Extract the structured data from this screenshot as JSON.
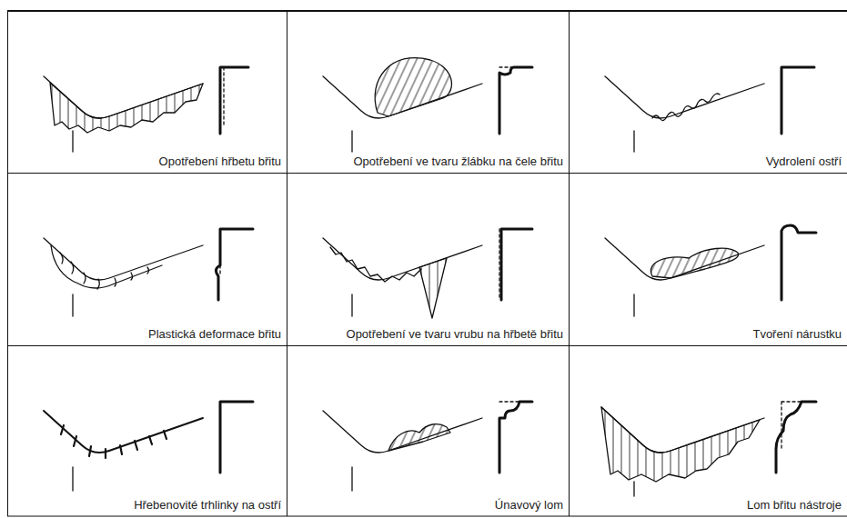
{
  "diagram": {
    "nodes": [
      {
        "text": [
          "Opotřebení hřbetu břitu"
        ]
      },
      {
        "text": [
          "Opotřebení ve tvaru žlábku na čele břitu"
        ]
      },
      {
        "text": [
          "Vydrolení ostří"
        ]
      },
      {
        "text": [
          "Plastická deformace břitu"
        ]
      },
      {
        "text": [
          "Opotřebení ve tvaru vrubu na hřbetě břitu"
        ]
      },
      {
        "text": [
          "Tvoření nárustku"
        ]
      },
      {
        "text": [
          "Hřebenovité trhlinky na ostří"
        ]
      },
      {
        "text": [
          "Únavový lom"
        ]
      },
      {
        "text": [
          "Lom břitu nástroje"
        ]
      }
    ]
  }
}
